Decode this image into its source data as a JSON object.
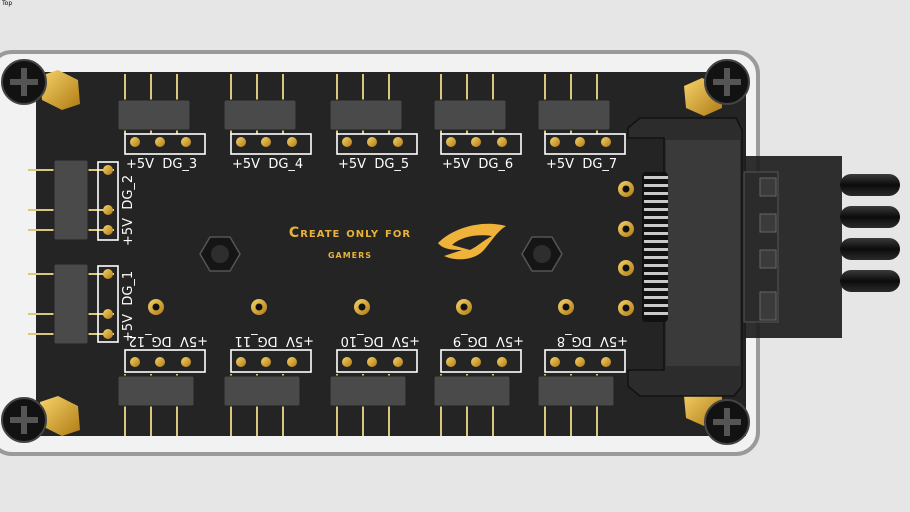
{
  "viewport": {
    "label": "Top"
  },
  "board": {
    "logo_line1": "Create only for",
    "logo_line2": "gamers",
    "brand_icon": "rog-eye-icon"
  },
  "headers_top": [
    {
      "label": "+5V  DG_3"
    },
    {
      "label": "+5V  DG_4"
    },
    {
      "label": "+5V  DG_5"
    },
    {
      "label": "+5V  DG_6"
    },
    {
      "label": "+5V  DG_7"
    }
  ],
  "headers_bottom": [
    {
      "label": "+5V  DG_12"
    },
    {
      "label": "+5V  DG_11"
    },
    {
      "label": "+5V  DG_10"
    },
    {
      "label": "+5V  DG_9"
    },
    {
      "label": "+5V  DG_8"
    }
  ],
  "headers_left": [
    {
      "label": "+5V  DG_2"
    },
    {
      "label": "+5V  DG_1"
    }
  ],
  "colors": {
    "pcb": "#242424",
    "case": "#f2f2f2",
    "case_border": "#9a9a9a",
    "gold": "#e2a92a",
    "silkscreen": "#ffffff"
  }
}
